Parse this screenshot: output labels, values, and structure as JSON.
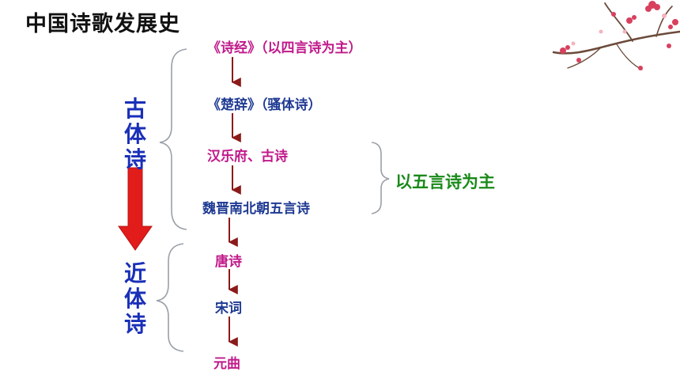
{
  "title": "中国诗歌发展史",
  "groups": {
    "ancient": "古体诗",
    "modern": "近体诗",
    "five_char_note": "以五言诗为主"
  },
  "nodes": [
    "《诗经》（以四言诗为主）",
    "《楚辞》（骚体诗）",
    "汉乐府、古诗",
    "魏晋南北朝五言诗",
    "唐诗",
    "宋词",
    "元曲"
  ],
  "colors": {
    "magenta": "#c0198a",
    "navy": "#1f3a93",
    "arrow": "#8b1a1a",
    "big_arrow": "#e21b1b",
    "green": "#1a8a1a",
    "blue_label": "#1a2fb8"
  },
  "decoration": "plum-blossom-branch"
}
